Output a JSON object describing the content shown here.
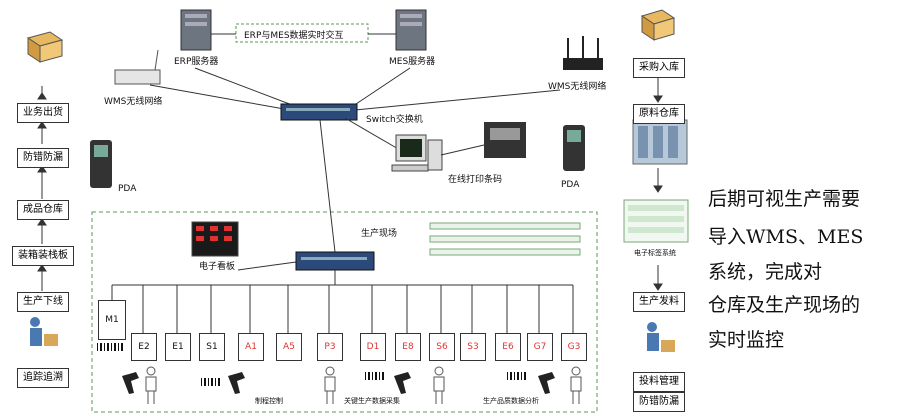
{
  "top_bar_label": "ERP与MES数据实时交互",
  "servers": {
    "erp": "ERP服务器",
    "mes": "MES服务器"
  },
  "wireless": {
    "left": "WMS无线网络",
    "right": "WMS无线网络"
  },
  "switch_label": "Switch交换机",
  "printer_label": "在线打印条码",
  "pda": {
    "left": "PDA",
    "right": "PDA"
  },
  "production_site": "生产现场",
  "kanban": "电子看板",
  "left_flow": [
    "业务出货",
    "防错防漏",
    "成品仓库",
    "装箱装栈板",
    "生产下线",
    "追踪追溯"
  ],
  "right_flow": [
    "采购入库",
    "原料仓库",
    "电子标签系统",
    "生产发料",
    "投料管理",
    "防错防漏"
  ],
  "stations": [
    "M1",
    "E2",
    "E1",
    "S1",
    "A1",
    "A5",
    "P3",
    "D1",
    "E8",
    "S6",
    "S3",
    "E6",
    "G7",
    "G3"
  ],
  "bottom_labels": [
    "制程控制",
    "关键生产数据采集",
    "生产品质数据分析"
  ],
  "note_lines": [
    "后期可视生产需要",
    "导入WMS、MES",
    "系统，完成对",
    "仓库及生产现场的",
    "实时监控"
  ]
}
